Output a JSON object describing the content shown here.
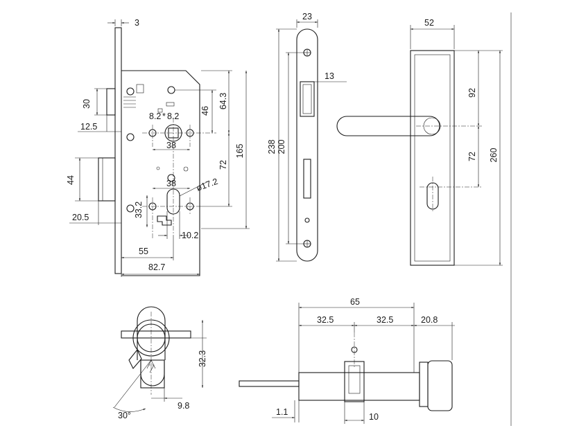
{
  "lock_body": {
    "dims": {
      "plate": "3",
      "latch_height": "30",
      "latch_offset": "12.5",
      "top_64": "64.3",
      "top_46": "46",
      "center_82a": "8.2",
      "center_82b": "8.2",
      "spacing_38a": "38",
      "height_165": "165",
      "handle_72": "72",
      "spacing_38b": "38",
      "bolt_dia": "ø17.2",
      "bolt_44": "44",
      "cyl_332": "33.2",
      "offset_205": "20.5",
      "cyl_102": "10.2",
      "backset_55": "55",
      "depth_827": "82.7"
    }
  },
  "faceplate": {
    "dims": {
      "w23": "23",
      "h238": "238",
      "h200": "200",
      "d13": "13"
    }
  },
  "handle_plate": {
    "dims": {
      "w52": "52",
      "d92": "92",
      "d72": "72",
      "h260": "260"
    }
  },
  "cylinder_front": {
    "dims": {
      "h323": "32.3",
      "w98": "9.8",
      "angle": "30°"
    }
  },
  "cylinder_side": {
    "dims": {
      "total": "65",
      "half_a": "32.5",
      "half_b": "32.5",
      "knob": "20.8",
      "cam": "1.1",
      "cam_w": "10"
    }
  }
}
